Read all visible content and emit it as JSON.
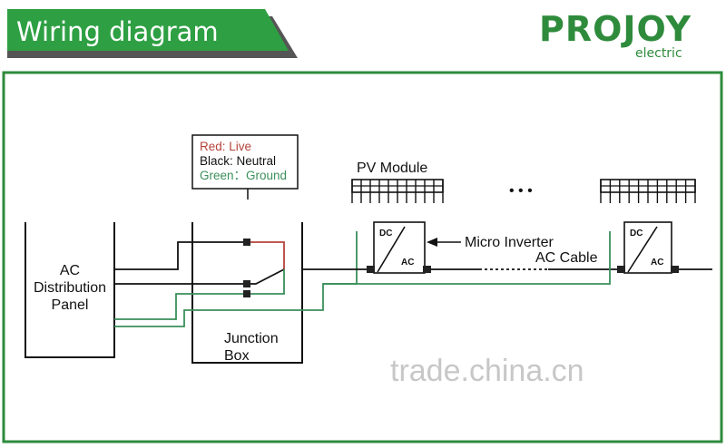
{
  "header": {
    "title": "Wiring diagram",
    "logo_main": "PROJOY",
    "logo_sub": "electric"
  },
  "legend": {
    "red": "Red: Live",
    "black": "Black: Neutral",
    "green": "Green：Ground"
  },
  "labels": {
    "ac_panel_line1": "AC",
    "ac_panel_line2": "Distribution",
    "ac_panel_line3": "Panel",
    "junction_line1": "Junction",
    "junction_line2": "Box",
    "pv_module": "PV Module",
    "micro_inverter": "Micro Inverter",
    "ac_cable": "AC Cable",
    "ellipsis": "• • •",
    "dc": "DC",
    "ac": "AC"
  },
  "watermark": "trade.china.cn",
  "colors": {
    "brand_green": "#2e8b3c",
    "banner_green": "#2ea043",
    "banner_shadow": "#555555",
    "live_red": "#b5433a",
    "ground_green": "#3a8f5a",
    "neutral_black": "#111111"
  }
}
